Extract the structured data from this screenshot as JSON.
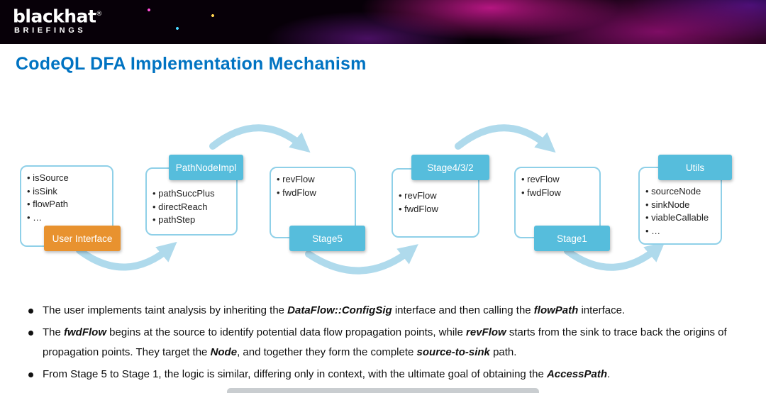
{
  "banner": {
    "logo_main": "blackhat",
    "logo_reg": "®",
    "logo_sub": "BRIEFINGS"
  },
  "title": "CodeQL DFA Implementation Mechanism",
  "colors": {
    "title-blue": "#0073C2",
    "box-border": "#8FD0E8",
    "tag-teal": "#56BDDC",
    "tag-orange": "#E8922F",
    "arrow-blue": "#AFDAEC"
  },
  "diagram": {
    "boxes": [
      {
        "label": "User Interface",
        "items": [
          "isSource",
          "isSink",
          "flowPath",
          "…"
        ]
      },
      {
        "label": "PathNodeImpl",
        "items": [
          "pathSuccPlus",
          "directReach",
          "pathStep"
        ]
      },
      {
        "label": "Stage5",
        "items": [
          "revFlow",
          "fwdFlow"
        ]
      },
      {
        "label": "Stage4/3/2",
        "items": [
          "revFlow",
          "fwdFlow"
        ]
      },
      {
        "label": "Stage1",
        "items": [
          "revFlow",
          "fwdFlow"
        ]
      },
      {
        "label": "Utils",
        "items": [
          "sourceNode",
          "sinkNode",
          "viableCallable",
          "…"
        ]
      }
    ]
  },
  "notes": [
    {
      "segments": [
        {
          "t": "The user implements taint analysis by inheriting the "
        },
        {
          "t": "DataFlow::ConfigSig",
          "b": true
        },
        {
          "t": " interface and then calling the "
        },
        {
          "t": "flowPath",
          "b": true
        },
        {
          "t": " interface."
        }
      ]
    },
    {
      "segments": [
        {
          "t": "The "
        },
        {
          "t": "fwdFlow",
          "b": true
        },
        {
          "t": " begins at the source to identify potential data flow propagation points, while "
        },
        {
          "t": "revFlow",
          "b": true
        },
        {
          "t": " starts from the sink to trace back the origins of propagation points. They target the "
        },
        {
          "t": "Node",
          "b": true
        },
        {
          "t": ", and together they form the complete "
        },
        {
          "t": "source-to-sink",
          "b": true
        },
        {
          "t": " path."
        }
      ]
    },
    {
      "segments": [
        {
          "t": "From Stage 5 to Stage 1, the logic is similar, differing only in context, with the ultimate goal of obtaining the "
        },
        {
          "t": "AccessPath",
          "b": true
        },
        {
          "t": "."
        }
      ]
    }
  ]
}
